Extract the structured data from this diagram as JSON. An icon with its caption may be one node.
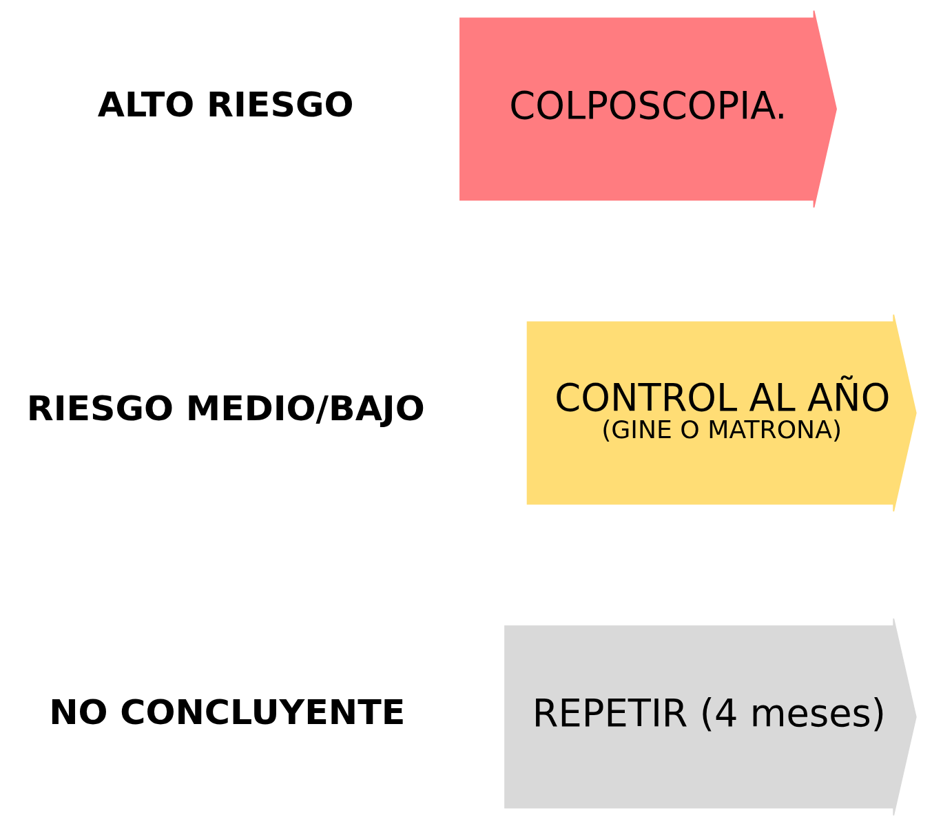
{
  "diagram": {
    "nodes": [
      {
        "text": [
          "COLPOSCOPIA."
        ]
      },
      {
        "text": [
          "CONTROL AL AÑO",
          "(GINE O MATRONA)"
        ]
      },
      {
        "text": [
          "REPETIR (4 meses)"
        ]
      }
    ],
    "labels": [
      "ALTO RIESGO",
      "RIESGO MEDIO/BAJO",
      "NO CONCLUYENTE"
    ]
  }
}
